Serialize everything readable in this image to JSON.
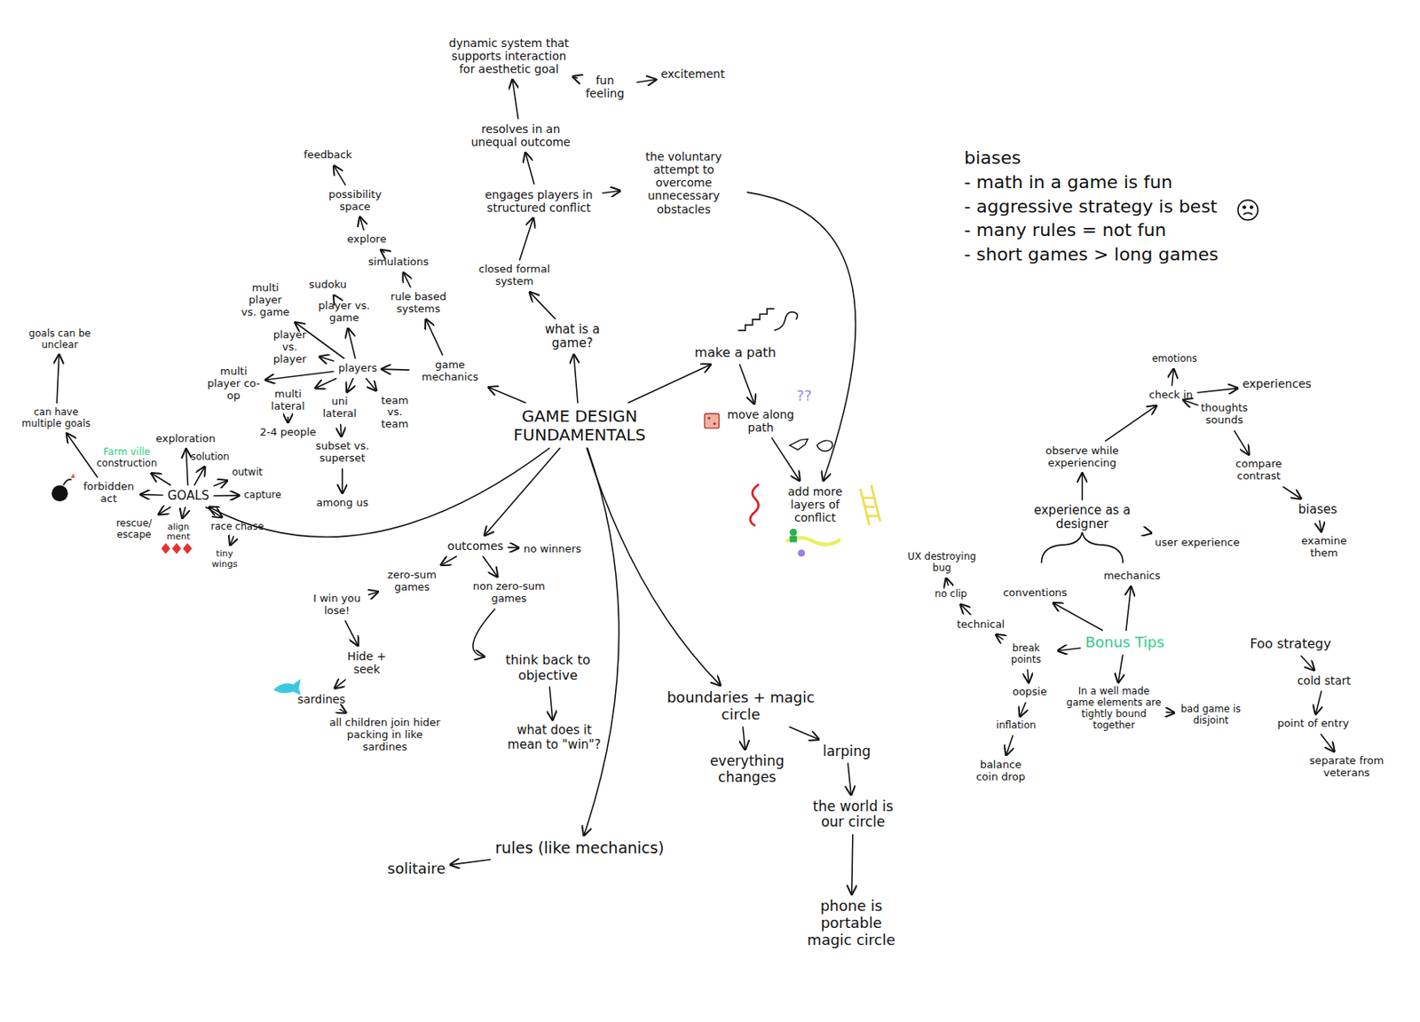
{
  "diagram": {
    "nodes": [
      {
        "text": [
          "GAME DESIGN FUNDAMENTALS"
        ]
      },
      {
        "text": [
          "what is a game?"
        ]
      },
      {
        "text": [
          "closed formal system"
        ]
      },
      {
        "text": [
          "engages players in structured conflict"
        ]
      },
      {
        "text": [
          "resolves in an unequal outcome"
        ]
      },
      {
        "text": [
          "dynamic system that supports interaction for aesthetic goal"
        ]
      },
      {
        "text": [
          "fun feeling"
        ]
      },
      {
        "text": [
          "excitement"
        ]
      },
      {
        "text": [
          "the voluntary attempt to overcome unnecessary obstacles"
        ]
      },
      {
        "text": [
          "make a path"
        ]
      },
      {
        "text": [
          "move along path"
        ]
      },
      {
        "text": [
          "add more layers of conflict"
        ]
      },
      {
        "text": [
          "game mechanics"
        ]
      },
      {
        "text": [
          "rule based systems"
        ]
      },
      {
        "text": [
          "simulations"
        ]
      },
      {
        "text": [
          "players"
        ]
      },
      {
        "text": [
          "player vs. game"
        ]
      },
      {
        "text": [
          "sudoku"
        ]
      },
      {
        "text": [
          "explore"
        ]
      },
      {
        "text": [
          "possibility space"
        ]
      },
      {
        "text": [
          "feedback"
        ]
      },
      {
        "text": [
          "multi player vs. game"
        ]
      },
      {
        "text": [
          "player vs. player"
        ]
      },
      {
        "text": [
          "multi player co-op"
        ]
      },
      {
        "text": [
          "multi lateral"
        ]
      },
      {
        "text": [
          "2-4 people"
        ]
      },
      {
        "text": [
          "uni lateral"
        ]
      },
      {
        "text": [
          "subset vs. superset"
        ]
      },
      {
        "text": [
          "among us"
        ]
      },
      {
        "text": [
          "team vs. team"
        ]
      },
      {
        "text": [
          "GOALS"
        ]
      },
      {
        "text": [
          "forbidden act"
        ]
      },
      {
        "text": [
          "Farm ville",
          "construction"
        ]
      },
      {
        "text": [
          "exploration"
        ]
      },
      {
        "text": [
          "solution"
        ]
      },
      {
        "text": [
          "outwit"
        ]
      },
      {
        "text": [
          "capture"
        ]
      },
      {
        "text": [
          "rescue/ escape"
        ]
      },
      {
        "text": [
          "align ment"
        ]
      },
      {
        "text": [
          "race chase"
        ]
      },
      {
        "text": [
          "tiny wings"
        ]
      },
      {
        "text": [
          "can have multiple goals"
        ]
      },
      {
        "text": [
          "goals can be unclear"
        ]
      },
      {
        "text": [
          "outcomes"
        ]
      },
      {
        "text": [
          "no winners"
        ]
      },
      {
        "text": [
          "zero-sum games"
        ]
      },
      {
        "text": [
          "non zero-sum games"
        ]
      },
      {
        "text": [
          "I win you lose!"
        ]
      },
      {
        "text": [
          "Hide + seek"
        ]
      },
      {
        "text": [
          "sardines"
        ]
      },
      {
        "text": [
          "all children join hider packing in like sardines"
        ]
      },
      {
        "text": [
          "think back to objective"
        ]
      },
      {
        "text": [
          "what does it mean to \"win\"?"
        ]
      },
      {
        "text": [
          "rules (like mechanics)"
        ]
      },
      {
        "text": [
          "solitaire"
        ]
      },
      {
        "text": [
          "boundaries + magic circle"
        ]
      },
      {
        "text": [
          "everything changes"
        ]
      },
      {
        "text": [
          "larping"
        ]
      },
      {
        "text": [
          "the world is our circle"
        ]
      },
      {
        "text": [
          "phone is portable magic circle"
        ]
      },
      {
        "text": [
          "biases",
          "- math in a game is fun",
          "- aggressive strategy is best",
          "- many rules = not fun",
          "- short games > long games"
        ]
      },
      {
        "text": [
          "Bonus Tips"
        ]
      },
      {
        "text": [
          "conventions"
        ]
      },
      {
        "text": [
          "mechanics"
        ]
      },
      {
        "text": [
          "experience as a designer"
        ]
      },
      {
        "text": [
          "user experience"
        ]
      },
      {
        "text": [
          "observe while experiencing"
        ]
      },
      {
        "text": [
          "check in"
        ]
      },
      {
        "text": [
          "emotions"
        ]
      },
      {
        "text": [
          "experiences"
        ]
      },
      {
        "text": [
          "thoughts sounds"
        ]
      },
      {
        "text": [
          "compare contrast"
        ]
      },
      {
        "text": [
          "biases"
        ]
      },
      {
        "text": [
          "examine them"
        ]
      },
      {
        "text": [
          "break points"
        ]
      },
      {
        "text": [
          "oopsie"
        ]
      },
      {
        "text": [
          "inflation"
        ]
      },
      {
        "text": [
          "balance coin drop"
        ]
      },
      {
        "text": [
          "In a well made game elements are tightly bound together"
        ]
      },
      {
        "text": [
          "bad game is disjoint"
        ]
      },
      {
        "text": [
          "technical"
        ]
      },
      {
        "text": [
          "no clip"
        ]
      },
      {
        "text": [
          "UX destroying bug"
        ]
      },
      {
        "text": [
          "Foo strategy"
        ]
      },
      {
        "text": [
          "cold start"
        ]
      },
      {
        "text": [
          "point of entry"
        ]
      },
      {
        "text": [
          "separate from veterans"
        ]
      }
    ],
    "edges": [
      {
        "from": 0,
        "to": 1,
        "arrow": "to"
      },
      {
        "from": 1,
        "to": 2,
        "arrow": "to"
      },
      {
        "from": 2,
        "to": 3,
        "arrow": "to"
      },
      {
        "from": 3,
        "to": 4,
        "arrow": "to"
      },
      {
        "from": 4,
        "to": 5,
        "arrow": "to"
      },
      {
        "from": 5,
        "to": 6,
        "arrow": "to"
      },
      {
        "from": 6,
        "to": 7,
        "arrow": "to"
      },
      {
        "from": 3,
        "to": 8,
        "arrow": "to"
      },
      {
        "from": 8,
        "to": 11,
        "arrow": "to"
      },
      {
        "from": 0,
        "to": 9,
        "arrow": "to"
      },
      {
        "from": 9,
        "to": 10,
        "arrow": "to"
      },
      {
        "from": 10,
        "to": 11,
        "arrow": "to"
      },
      {
        "from": 0,
        "to": 12,
        "arrow": "to"
      },
      {
        "from": 12,
        "to": 13,
        "arrow": "to"
      },
      {
        "from": 13,
        "to": 14,
        "arrow": "to"
      },
      {
        "from": 12,
        "to": 15,
        "arrow": "to"
      },
      {
        "from": 15,
        "to": 16,
        "arrow": "to"
      },
      {
        "from": 16,
        "to": 17,
        "arrow": "to"
      },
      {
        "from": 14,
        "to": 18,
        "arrow": "to"
      },
      {
        "from": 18,
        "to": 19,
        "arrow": "to"
      },
      {
        "from": 19,
        "to": 20,
        "arrow": "to"
      },
      {
        "from": 15,
        "to": 21,
        "arrow": "to"
      },
      {
        "from": 15,
        "to": 22,
        "arrow": "to"
      },
      {
        "from": 15,
        "to": 23,
        "arrow": "to"
      },
      {
        "from": 15,
        "to": 24,
        "arrow": "to"
      },
      {
        "from": 24,
        "to": 25,
        "arrow": "to"
      },
      {
        "from": 15,
        "to": 26,
        "arrow": "to"
      },
      {
        "from": 26,
        "to": 27,
        "arrow": "to"
      },
      {
        "from": 27,
        "to": 28,
        "arrow": "to"
      },
      {
        "from": 15,
        "to": 29,
        "arrow": "to"
      },
      {
        "from": 0,
        "to": 30,
        "arrow": "to"
      },
      {
        "from": 30,
        "to": 31,
        "arrow": "to"
      },
      {
        "from": 30,
        "to": 32,
        "arrow": "to"
      },
      {
        "from": 30,
        "to": 33,
        "arrow": "to"
      },
      {
        "from": 30,
        "to": 34,
        "arrow": "to"
      },
      {
        "from": 30,
        "to": 35,
        "arrow": "to"
      },
      {
        "from": 30,
        "to": 36,
        "arrow": "to"
      },
      {
        "from": 30,
        "to": 37,
        "arrow": "to"
      },
      {
        "from": 30,
        "to": 38,
        "arrow": "to"
      },
      {
        "from": 30,
        "to": 39,
        "arrow": "to"
      },
      {
        "from": 39,
        "to": 40,
        "arrow": "to"
      },
      {
        "from": 31,
        "to": 41,
        "arrow": "to"
      },
      {
        "from": 41,
        "to": 42,
        "arrow": "to"
      },
      {
        "from": 0,
        "to": 43,
        "arrow": "to"
      },
      {
        "from": 43,
        "to": 44,
        "arrow": "to"
      },
      {
        "from": 43,
        "to": 45,
        "arrow": "to"
      },
      {
        "from": 43,
        "to": 46,
        "arrow": "to"
      },
      {
        "from": 45,
        "to": 47,
        "arrow": "to"
      },
      {
        "from": 47,
        "to": 48,
        "arrow": "to"
      },
      {
        "from": 48,
        "to": 49,
        "arrow": "to"
      },
      {
        "from": 49,
        "to": 50,
        "arrow": "to"
      },
      {
        "from": 46,
        "to": 51,
        "arrow": "to"
      },
      {
        "from": 51,
        "to": 52,
        "arrow": "to"
      },
      {
        "from": 0,
        "to": 53,
        "arrow": "to"
      },
      {
        "from": 53,
        "to": 54,
        "arrow": "to"
      },
      {
        "from": 0,
        "to": 55,
        "arrow": "to"
      },
      {
        "from": 55,
        "to": 56,
        "arrow": "to"
      },
      {
        "from": 55,
        "to": 57,
        "arrow": "to"
      },
      {
        "from": 57,
        "to": 58,
        "arrow": "to"
      },
      {
        "from": 58,
        "to": 59,
        "arrow": "to"
      },
      {
        "from": 61,
        "to": 62,
        "arrow": "to"
      },
      {
        "from": 61,
        "to": 63,
        "arrow": "to"
      },
      {
        "from": 64,
        "to": 66,
        "arrow": "to"
      },
      {
        "from": 64,
        "to": 65,
        "arrow": "to"
      },
      {
        "from": 66,
        "to": 67,
        "arrow": "to"
      },
      {
        "from": 67,
        "to": 68,
        "arrow": "to"
      },
      {
        "from": 67,
        "to": 69,
        "arrow": "to"
      },
      {
        "from": 67,
        "to": 70,
        "arrow": "to"
      },
      {
        "from": 70,
        "to": 71,
        "arrow": "to"
      },
      {
        "from": 71,
        "to": 72,
        "arrow": "to"
      },
      {
        "from": 72,
        "to": 73,
        "arrow": "to"
      },
      {
        "from": 61,
        "to": 74,
        "arrow": "to"
      },
      {
        "from": 74,
        "to": 75,
        "arrow": "to"
      },
      {
        "from": 75,
        "to": 76,
        "arrow": "to"
      },
      {
        "from": 76,
        "to": 77,
        "arrow": "to"
      },
      {
        "from": 61,
        "to": 78,
        "arrow": "to"
      },
      {
        "from": 78,
        "to": 79,
        "arrow": "to"
      },
      {
        "from": 74,
        "to": 80,
        "arrow": "to"
      },
      {
        "from": 80,
        "to": 81,
        "arrow": "to"
      },
      {
        "from": 81,
        "to": 82,
        "arrow": "to"
      },
      {
        "from": 83,
        "to": 84,
        "arrow": "to"
      },
      {
        "from": 84,
        "to": 85,
        "arrow": "to"
      },
      {
        "from": 85,
        "to": 86,
        "arrow": "to"
      }
    ],
    "labels": [
      "??"
    ]
  }
}
